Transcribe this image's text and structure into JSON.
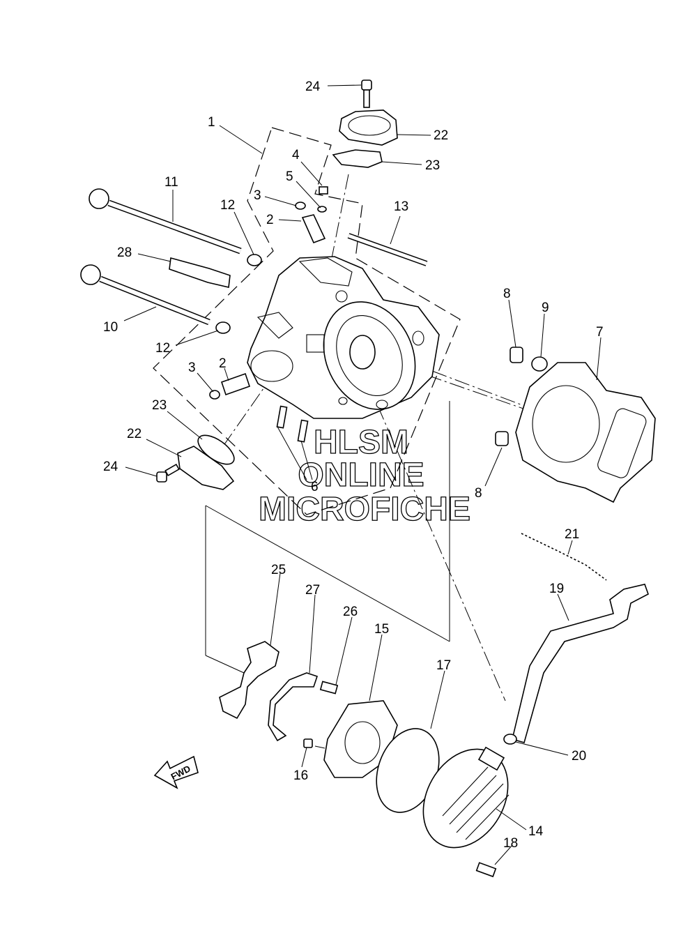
{
  "watermark": {
    "line1": "HLSM",
    "line2": "ONLINE",
    "line3": "MICROFICHE"
  },
  "fwd_label": "FWD",
  "callouts": [
    "24",
    "22",
    "23",
    "1",
    "4",
    "5",
    "3",
    "2",
    "13",
    "11",
    "12",
    "28",
    "10",
    "12",
    "3",
    "2",
    "8",
    "9",
    "7",
    "23",
    "22",
    "24",
    "6",
    "8",
    "21",
    "19",
    "25",
    "27",
    "26",
    "15",
    "17",
    "20",
    "16",
    "14",
    "18"
  ]
}
